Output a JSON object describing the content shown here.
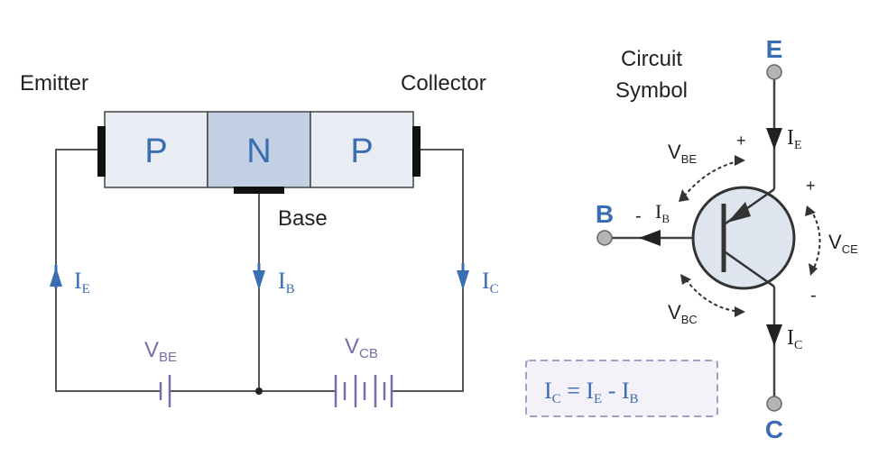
{
  "colors": {
    "wire": "#555555",
    "blue": "#3a6db3",
    "purple": "#7a6ca8",
    "p_fill": "#e8ecf3",
    "n_fill": "#c3cfe2",
    "transistor_fill": "#dfe5ef",
    "terminal_fill": "#b5b5b5",
    "equation_border": "#a99cc9",
    "equation_fill": "#f4f2f8"
  },
  "labels": {
    "emitter": "Emitter",
    "collector": "Collector",
    "base": "Base",
    "circuit_symbol_line1": "Circuit",
    "circuit_symbol_line2": "Symbol"
  },
  "regions": {
    "p_left": "P",
    "n_mid": "N",
    "p_right": "P"
  },
  "left_currents": {
    "ie": {
      "main": "I",
      "sub": "E"
    },
    "ib": {
      "main": "I",
      "sub": "B"
    },
    "ic": {
      "main": "I",
      "sub": "C"
    }
  },
  "batteries": {
    "vbe": {
      "main": "V",
      "sub": "BE"
    },
    "vcb": {
      "main": "V",
      "sub": "CB"
    }
  },
  "equation": {
    "ic": "I",
    "ic_sub": "C",
    "eq": " = ",
    "ie": "I",
    "ie_sub": "E",
    "minus": " - ",
    "ib": "I",
    "ib_sub": "B"
  },
  "symbol": {
    "terminal_e": "E",
    "terminal_b": "B",
    "terminal_c": "C",
    "ie": {
      "main": "I",
      "sub": "E"
    },
    "ib": {
      "main": "I",
      "sub": "B"
    },
    "ic": {
      "main": "I",
      "sub": "C"
    },
    "vbe": {
      "main": "V",
      "sub": "BE"
    },
    "vce": {
      "main": "V",
      "sub": "CE"
    },
    "vbc": {
      "main": "V",
      "sub": "BC"
    },
    "plus": "+",
    "minus": "-"
  },
  "icons": [
    "battery-icon",
    "arrow-icon",
    "transistor-icon",
    "terminal-icon"
  ]
}
